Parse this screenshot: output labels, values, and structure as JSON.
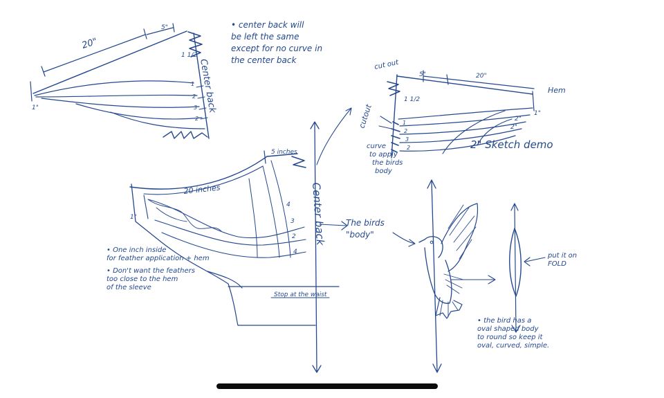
{
  "sketch_top_left": {
    "dim_length": "20\"",
    "dim_short": "5\"",
    "dim_drop": "1 1/2",
    "dim_hem": "1\"",
    "center_back_label": "Center back",
    "row_numbers": [
      "1",
      "2",
      "3",
      "2"
    ]
  },
  "note_center_back": [
    "• center back will",
    "be left the same",
    "except for no curve in",
    "the center back"
  ],
  "sketch_top_right": {
    "cut_out": "cut out",
    "dim_short": "5\"",
    "dim_length": "20\"",
    "hem_label": "Hem",
    "dim_hem": "1\"",
    "dim_drop": "1 1/2",
    "cutout_label": "cutout",
    "curve_note": [
      "curve",
      "to apply",
      "the birds",
      "body"
    ],
    "dim_a": "2\"",
    "dim_b": "2\"",
    "sketch_demo": "2\" Sketch demo",
    "row_numbers": [
      "1",
      "2",
      "3",
      "2"
    ]
  },
  "sketch_main": {
    "width_label": "20 inches",
    "five_label": "5 inches",
    "inch_label": "1\"",
    "center_back": "Center back",
    "stop_label": "Stop at the waist",
    "row_numbers": [
      "4",
      "3",
      "2",
      "4"
    ]
  },
  "birds_body_label": [
    "The birds",
    "\"body\""
  ],
  "left_notes": [
    "• One inch inside",
    "for feather application + hem",
    "• Don't want the feathers",
    "too close to the hem",
    "of the sleeve"
  ],
  "fold_label": [
    "put it on",
    "FOLD"
  ],
  "bottom_right_note": [
    "• the bird has a",
    "oval shaped body",
    "to round so keep it",
    "oval, curved, simple."
  ]
}
